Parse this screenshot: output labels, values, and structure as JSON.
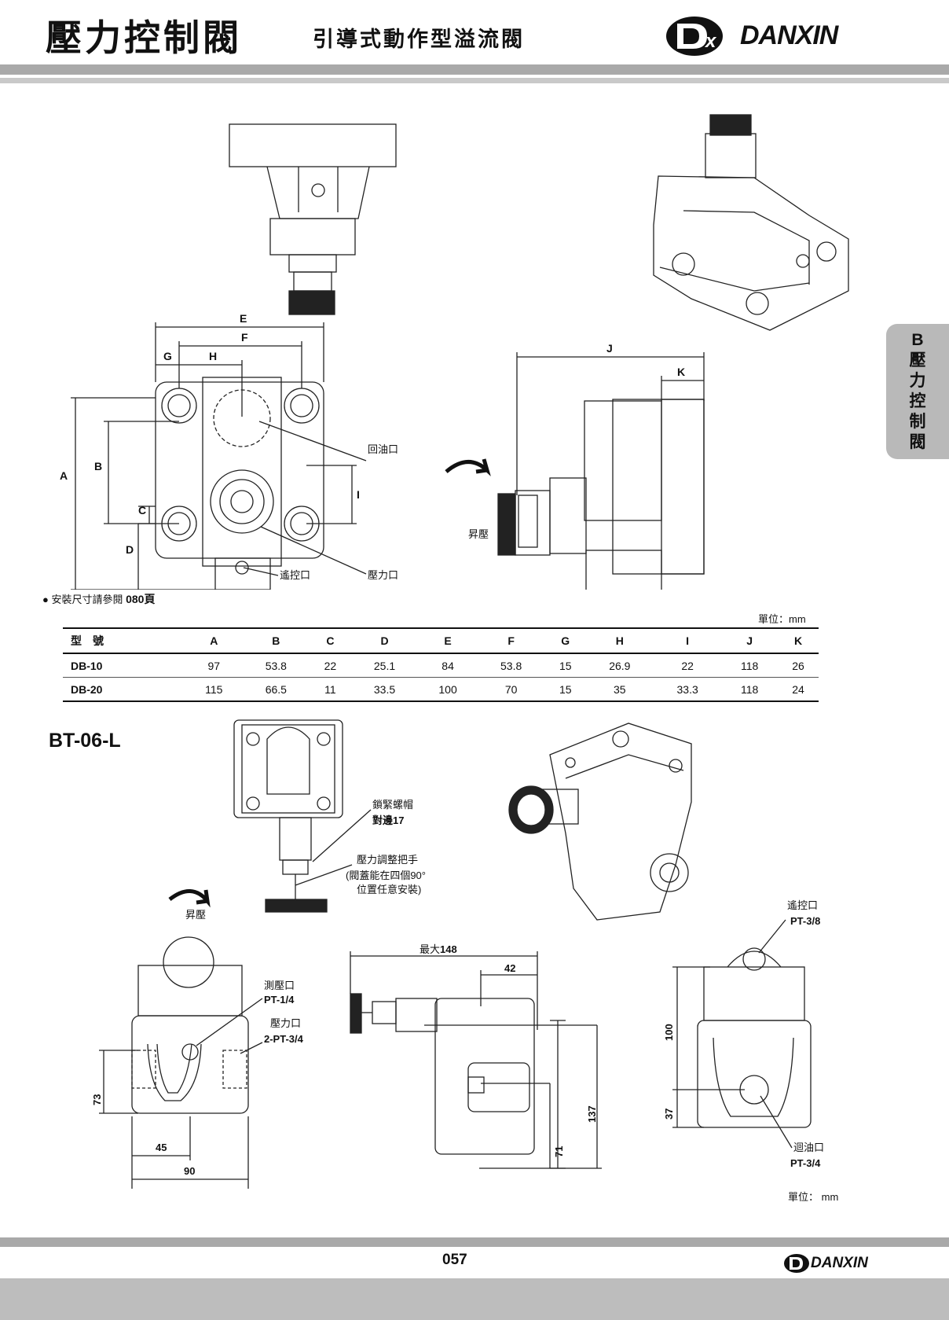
{
  "header": {
    "title": "壓力控制閥",
    "subtitle": "引導式動作型溢流閥",
    "brand": "DANXIN",
    "logo_icon": "dx-logo-icon"
  },
  "side_tab": {
    "chars": [
      "B",
      "壓",
      "力",
      "控",
      "制",
      "閥"
    ]
  },
  "drawing1": {
    "dim_labels": [
      "E",
      "F",
      "G",
      "H",
      "A",
      "B",
      "C",
      "D",
      "I",
      "J",
      "K"
    ],
    "port_return": "回油口",
    "port_remote": "遙控口",
    "port_pressure": "壓力口",
    "raise_label": "昇壓"
  },
  "note": {
    "text": "安裝尺寸請參閱",
    "page": "080",
    "suffix": "頁"
  },
  "table": {
    "unit": "單位：mm",
    "headers": [
      "型　號",
      "A",
      "B",
      "C",
      "D",
      "E",
      "F",
      "G",
      "H",
      "I",
      "J",
      "K"
    ],
    "rows": [
      [
        "DB-10",
        "97",
        "53.8",
        "22",
        "25.1",
        "84",
        "53.8",
        "15",
        "26.9",
        "22",
        "118",
        "26"
      ],
      [
        "DB-20",
        "115",
        "66.5",
        "11",
        "33.5",
        "100",
        "70",
        "15",
        "35",
        "33.3",
        "118",
        "24"
      ]
    ]
  },
  "bt06": {
    "title": "BT-06-L",
    "lock_nut": "鎖緊螺帽",
    "lock_nut_size": "對邊17",
    "handle": "壓力調整把手",
    "handle_note1": "(閥蓋能在四個90°",
    "handle_note2": "位置任意安裝)",
    "raise_label": "昇壓",
    "gauge_port": "測壓口",
    "gauge_thread": "PT-1/4",
    "pressure_port": "壓力口",
    "pressure_thread": "2-PT-3/4",
    "dim_73": "73",
    "dim_45": "45",
    "dim_90": "90",
    "max_label": "最大",
    "max_value": "148",
    "dim_42": "42",
    "dim_137": "137",
    "dim_71": "71",
    "remote_port": "遙控口",
    "remote_thread": "PT-3/8",
    "dim_100": "100",
    "dim_37": "37",
    "return_port": "迴油口",
    "return_thread": "PT-3/4",
    "unit": "單位： mm"
  },
  "footer": {
    "page_number": "057",
    "brand": "DANXIN"
  }
}
